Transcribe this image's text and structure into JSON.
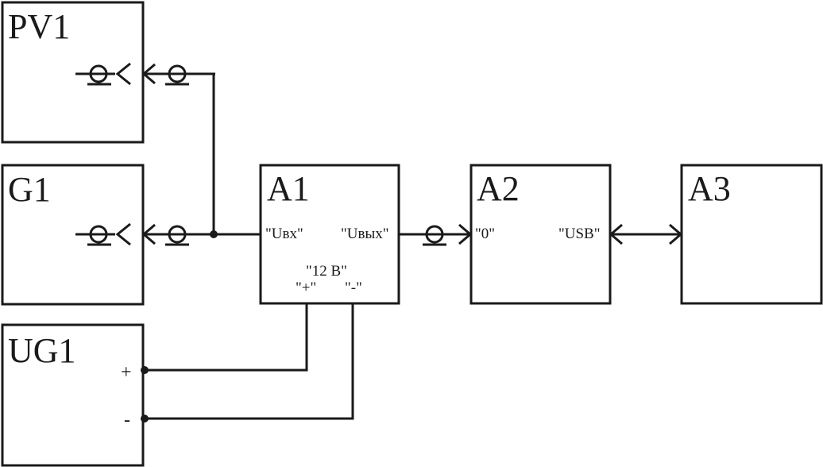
{
  "blocks": {
    "pv1": {
      "label": "PV1"
    },
    "g1": {
      "label": "G1"
    },
    "a1": {
      "label": "A1",
      "in_port": "\"Uвх\"",
      "out_port": "\"Uвых\"",
      "power_label": "\"12 В\"",
      "plus_port": "\"+\"",
      "minus_port": "\"-\""
    },
    "a2": {
      "label": "A2",
      "in_port": "\"0\"",
      "out_port": "\"USB\""
    },
    "a3": {
      "label": "A3"
    },
    "ug1": {
      "label": "UG1",
      "plus": "+",
      "minus": "-"
    }
  },
  "icons": {
    "coax_connector": "coax-connector-icon",
    "arrow": "arrow-head-icon",
    "junction": "junction-dot-icon"
  },
  "colors": {
    "line": "#1a1a1a",
    "background": "#ffffff"
  }
}
